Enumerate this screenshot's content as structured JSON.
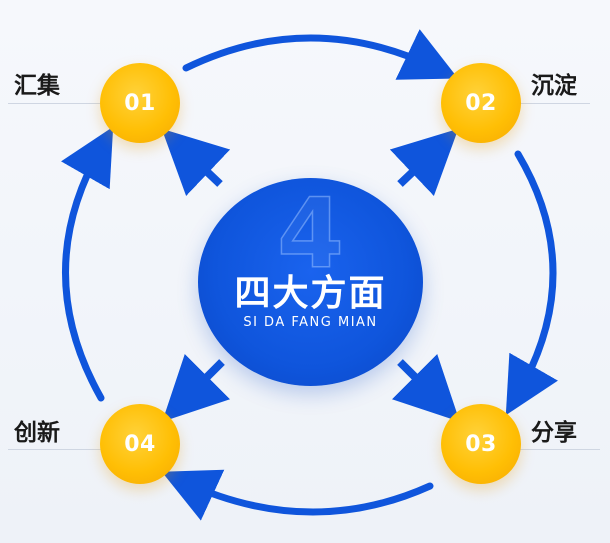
{
  "center": {
    "big_number": "4",
    "title": "四大方面",
    "subtitle": "SI DA FANG MIAN"
  },
  "nodes": [
    {
      "number": "01",
      "label": "汇集"
    },
    {
      "number": "02",
      "label": "沉淀"
    },
    {
      "number": "03",
      "label": "分享"
    },
    {
      "number": "04",
      "label": "创新"
    }
  ],
  "colors": {
    "blue": "#0f55dc",
    "yellow": "#ffbf05",
    "label_text": "#1a1a1a"
  }
}
